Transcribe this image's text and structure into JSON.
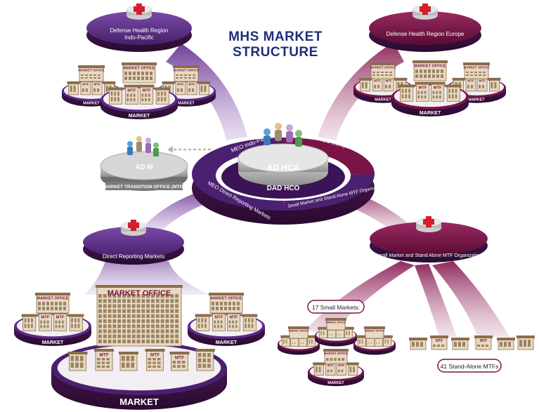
{
  "title": {
    "line1": "MHS MARKET",
    "line2": "STRUCTURE"
  },
  "colors": {
    "purple": "#5b2a86",
    "maroon": "#7a1446",
    "navy": "#1e2f78",
    "red": "#d21f2b",
    "gray": "#9a9a9a"
  },
  "icons": [
    "red-cross-icon",
    "people-group-icon",
    "building-icon",
    "dashed-arrow-icon"
  ],
  "regions": {
    "indo_pacific": {
      "label_line1": "Defense Health Region",
      "label_line2": "Indo-Pacific"
    },
    "europe": {
      "label": "Defense Health Region Europe"
    },
    "direct_reporting": {
      "label": "Direct Reporting Markets"
    },
    "small_market": {
      "label": "Small Market and Stand Alone MTF Organization"
    }
  },
  "center": {
    "ring_labels": {
      "meo_indo_pacific": "MEO Indo-Pacific",
      "meo_europe": "MEO Europe",
      "meo_direct_reporting": "MEO Direct Reporting Markets",
      "small_market_org": "Small Market and Stand Alone MTF Organization"
    },
    "ad_hca": "AD HCA",
    "dad_hco": "DAD HCO"
  },
  "adm": {
    "label": "AD M",
    "caption": "MARKET TRANSITION OFFICE (MTO)"
  },
  "labels": {
    "market_office": "MARKET OFFICE",
    "market": "MARKET",
    "mtf": "MTF",
    "small_markets_count": "17 Small Markets:",
    "stand_alone_mtfs": "41 Stand-Alone MTFs"
  }
}
